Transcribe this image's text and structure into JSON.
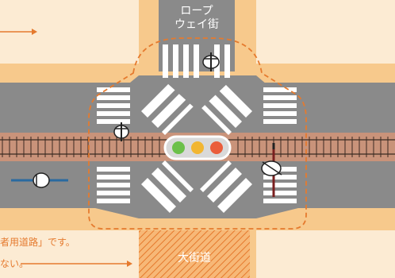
{
  "labels": {
    "top_street_line1": "ロープ",
    "top_street_line2": "ウェイ街",
    "bottom_street": "大街道",
    "note_line1": "者用道路」です。",
    "note_line2": "ない。"
  },
  "traffic_light": {
    "lamps": [
      "green",
      "yellow",
      "red"
    ],
    "colors": {
      "green": "#6cc04a",
      "yellow": "#f2b632",
      "red": "#ea5d3b"
    }
  },
  "colors": {
    "sidewalk": "#f7c98c",
    "plaza": "#fcebd3",
    "road": "#8a8a8a",
    "track": "#c9937a",
    "rail": "#3a2a22",
    "accent": "#e57a2e",
    "crosswalk": "#ffffff",
    "label_bg": "#8a8a8a"
  },
  "icons": [
    "arrow-right-icon",
    "arrow-right-icon",
    "bicycle-icon",
    "bicycle-icon",
    "bicycle-icon",
    "bicycle-icon",
    "traffic-light-icon"
  ]
}
